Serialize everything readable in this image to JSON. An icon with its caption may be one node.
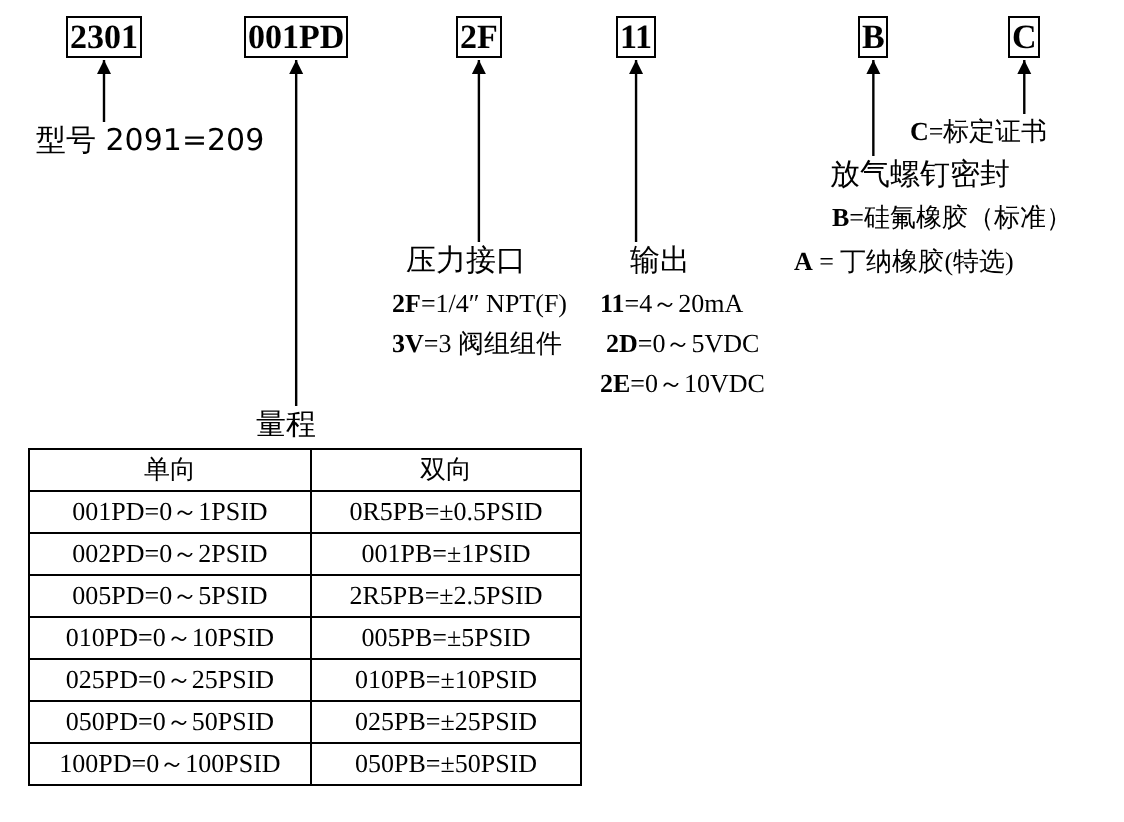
{
  "diagram": {
    "nodes": [
      {
        "text": [
          "2301"
        ]
      },
      {
        "text": [
          "001PD"
        ]
      },
      {
        "text": [
          "2F"
        ]
      },
      {
        "text": [
          "11"
        ]
      },
      {
        "text": [
          "B"
        ]
      },
      {
        "text": [
          "C"
        ]
      },
      {
        "text": [
          "型号 2091=209"
        ]
      },
      {
        "text": [
          "量程"
        ]
      },
      {
        "text": [
          "压力接口",
          "**2F**=1/4″ NPT(F)",
          "**3V**=3 阀组组件"
        ]
      },
      {
        "text": [
          "输出",
          "**11**=4～20mA",
          "**2D**=0～5VDC",
          "**2E**=0～10VDC"
        ]
      },
      {
        "text": [
          "放气螺钉密封",
          "**B**=硅氟橡胶（标准）",
          "**A** = 丁纳橡胶(特选)"
        ]
      },
      {
        "text": [
          "**C**=标定证书"
        ]
      }
    ],
    "edges": [
      {
        "from": 6,
        "to": 0,
        "arrow": "to"
      },
      {
        "from": 7,
        "to": 1,
        "arrow": "to"
      },
      {
        "from": 8,
        "to": 2,
        "arrow": "to"
      },
      {
        "from": 9,
        "to": 3,
        "arrow": "to"
      },
      {
        "from": 10,
        "to": 4,
        "arrow": "to"
      },
      {
        "from": 11,
        "to": 5,
        "arrow": "to"
      }
    ],
    "labels": [
      "单向",
      "双向",
      "001PD=0～1PSID",
      "0R5PB=±0.5PSID",
      "002PD=0～2PSID",
      "001PB=±1PSID",
      "005PD=0～5PSID",
      "2R5PB=±2.5PSID",
      "010PD=0～10PSID",
      "005PB=±5PSID",
      "025PD=0～25PSID",
      "010PB=±10PSID",
      "050PD=0～50PSID",
      "025PB=±25PSID",
      "100PD=0～100PSID",
      "050PB=±50PSID"
    ]
  }
}
